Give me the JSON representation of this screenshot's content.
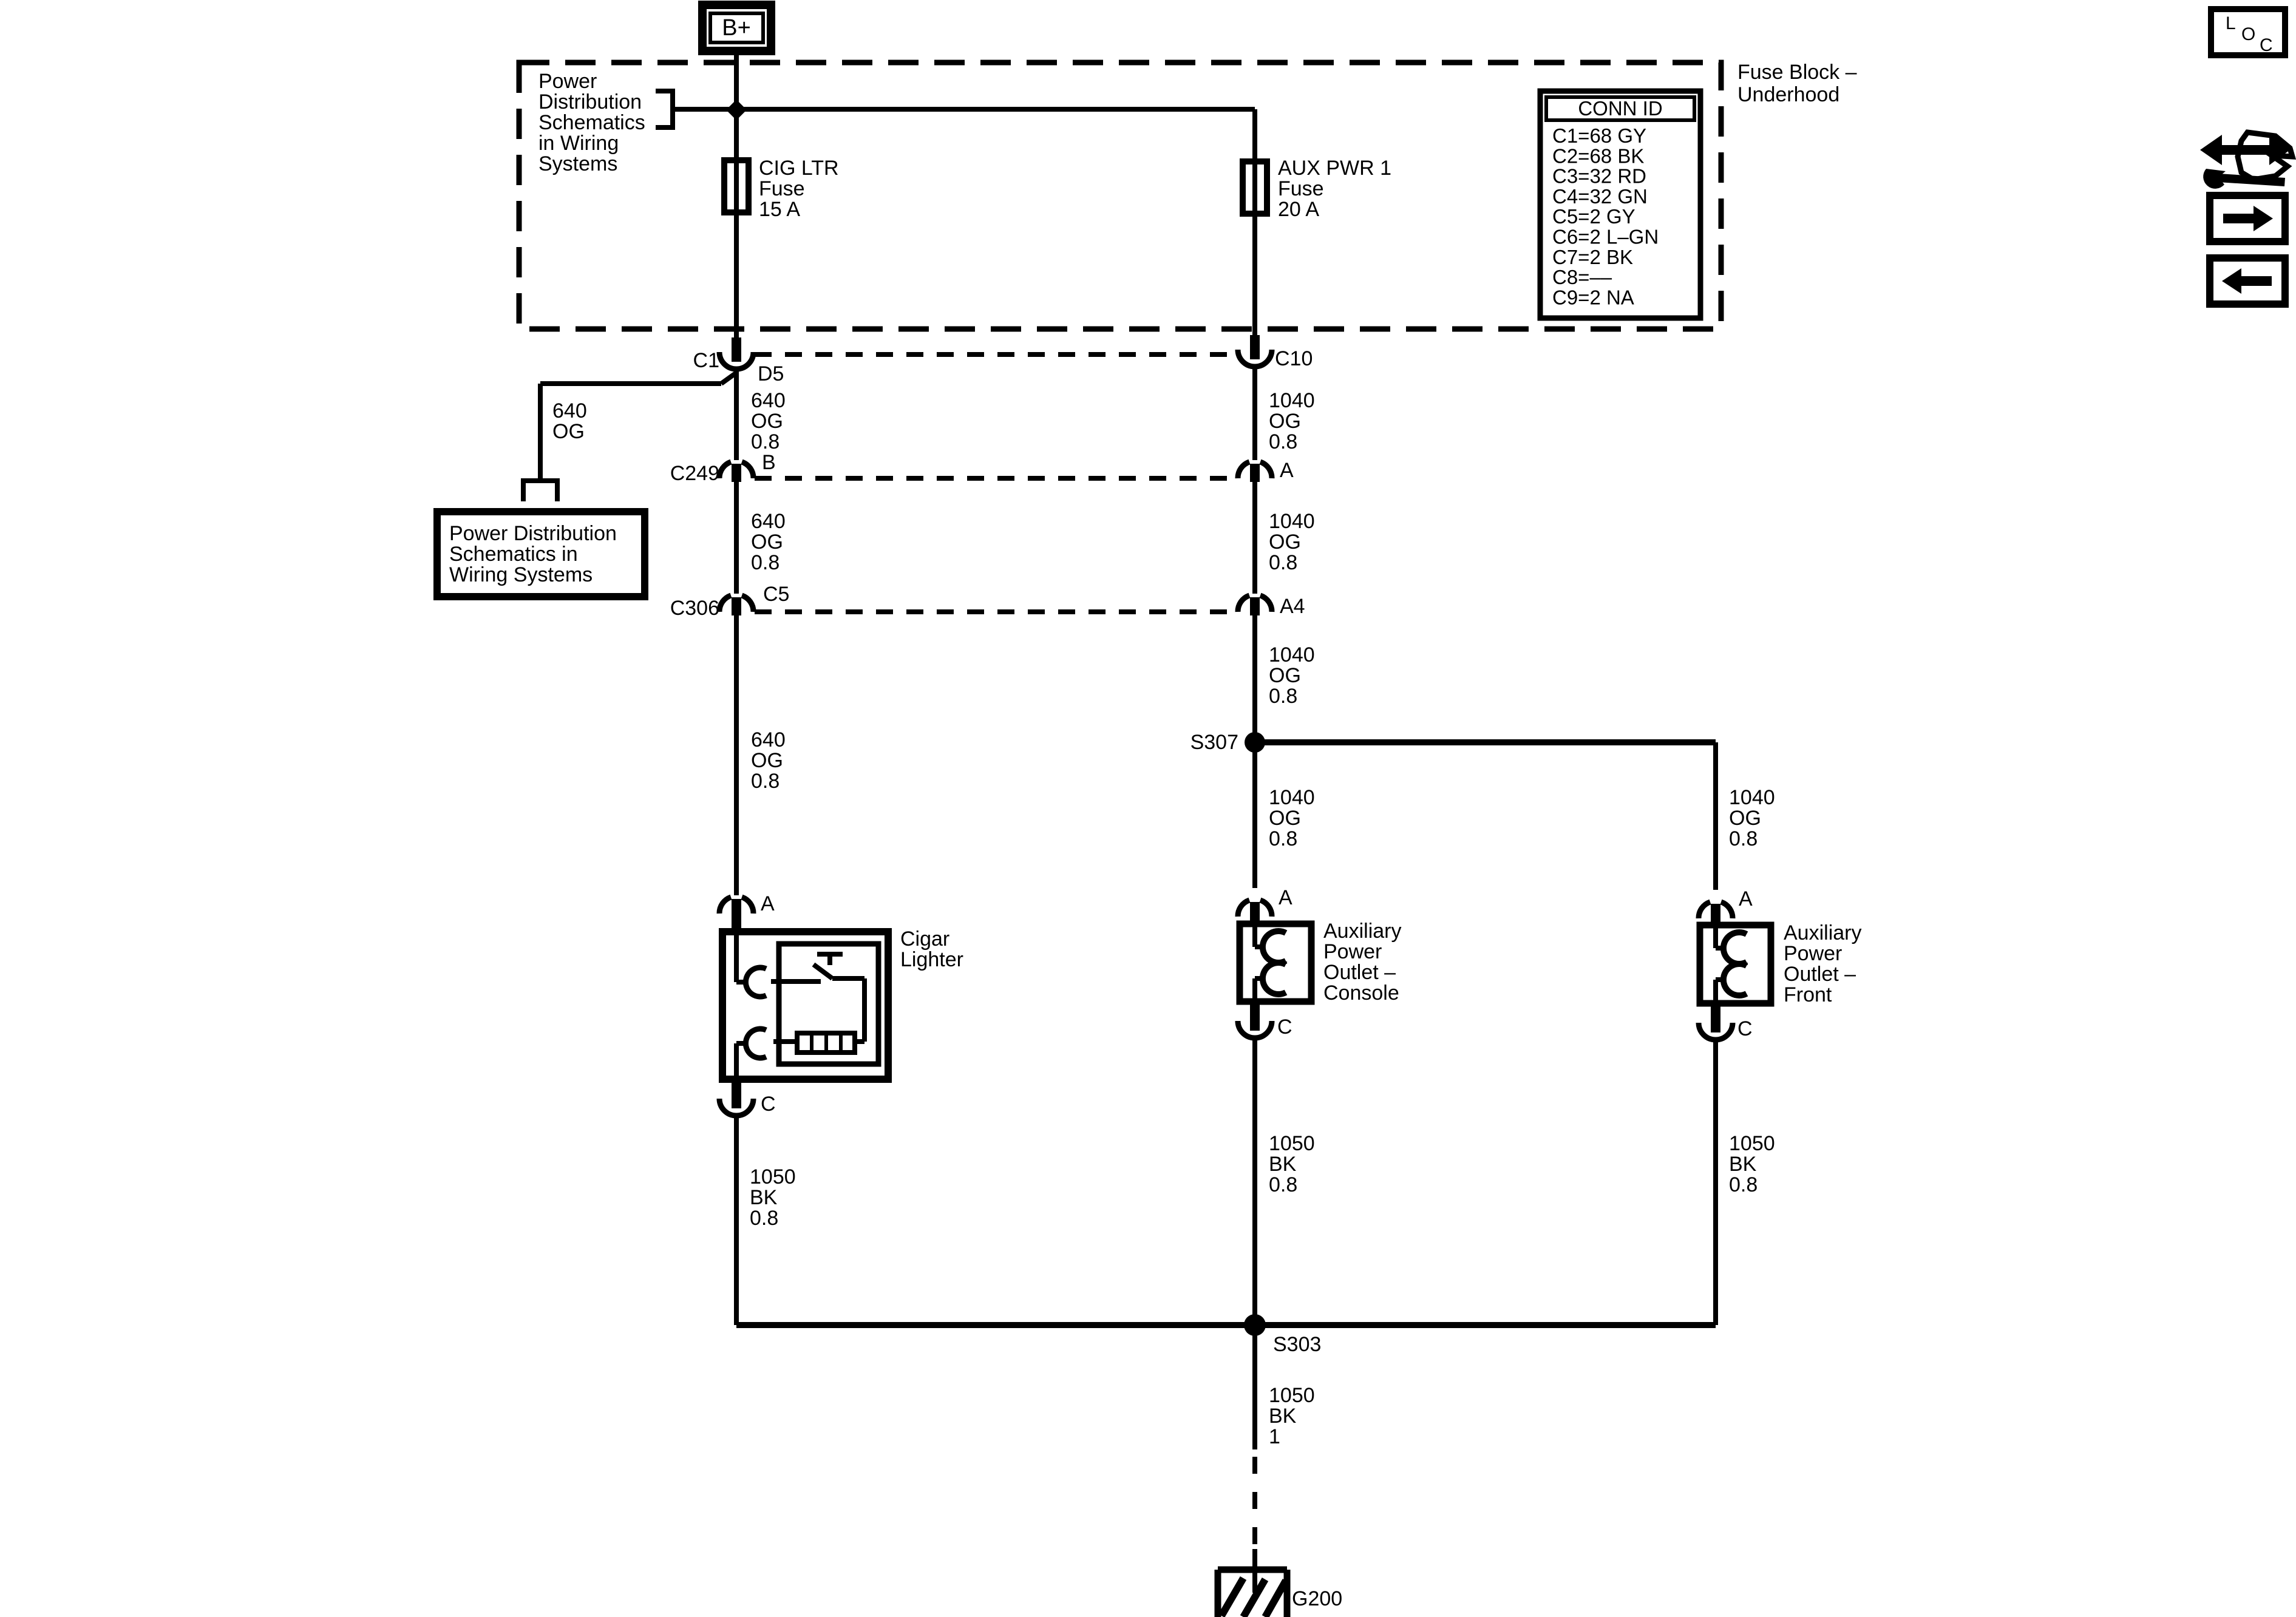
{
  "colors": {
    "ink": "#000000",
    "paper": "#ffffff"
  },
  "battery": {
    "label": "B+"
  },
  "fuse_block": {
    "name": [
      "Fuse Block –",
      "Underhood"
    ],
    "note": [
      "Power",
      "Distribution",
      "Schematics",
      "in Wiring",
      "Systems"
    ],
    "cig_fuse": [
      "CIG LTR",
      "Fuse",
      "15 A"
    ],
    "aux_fuse": [
      "AUX PWR 1",
      "Fuse",
      "20 A"
    ],
    "conn_table": {
      "title": "CONN ID",
      "rows": [
        "C1=68 GY",
        "C2=68 BK",
        "C3=32 RD",
        "C4=32 GN",
        "C5=2 GY",
        "C6=2 L–GN",
        "C7=2 BK",
        "C8=––",
        "C9=2 NA"
      ]
    }
  },
  "reference": {
    "box_lines": [
      "Power Distribution",
      "Schematics in",
      "Wiring Systems"
    ],
    "wire_label": [
      "640",
      "OG"
    ]
  },
  "connectors": {
    "c1": {
      "name": "C1",
      "pin": "D5"
    },
    "c10": {
      "pin": "C10"
    },
    "c249": {
      "name": "C249",
      "left_pin": "B",
      "right_pin": "A"
    },
    "c306": {
      "name": "C306",
      "left_pin": "C5",
      "right_pin": "A4"
    }
  },
  "wire_labels": {
    "og640": [
      "640",
      "OG",
      "0.8"
    ],
    "og1040": [
      "1040",
      "OG",
      "0.8"
    ],
    "bk1050": [
      "1050",
      "BK",
      "0.8"
    ],
    "bk1050_main": [
      "1050",
      "BK",
      "1"
    ]
  },
  "splices": {
    "s307": "S307",
    "s303": "S303"
  },
  "ground": {
    "label": "G200"
  },
  "components": {
    "cigar_lighter": {
      "label": [
        "Cigar",
        "Lighter"
      ],
      "top_pin": "A",
      "bottom_pin": "C"
    },
    "outlet_console": {
      "label": [
        "Auxiliary",
        "Power",
        "Outlet –",
        "Console"
      ],
      "top_pin": "A",
      "bottom_pin": "C"
    },
    "outlet_front": {
      "label": [
        "Auxiliary",
        "Power",
        "Outlet –",
        "Front"
      ],
      "top_pin": "A",
      "bottom_pin": "C"
    }
  },
  "side_panel": {
    "loc": {
      "l": "L",
      "o": "O",
      "c": "C"
    }
  }
}
